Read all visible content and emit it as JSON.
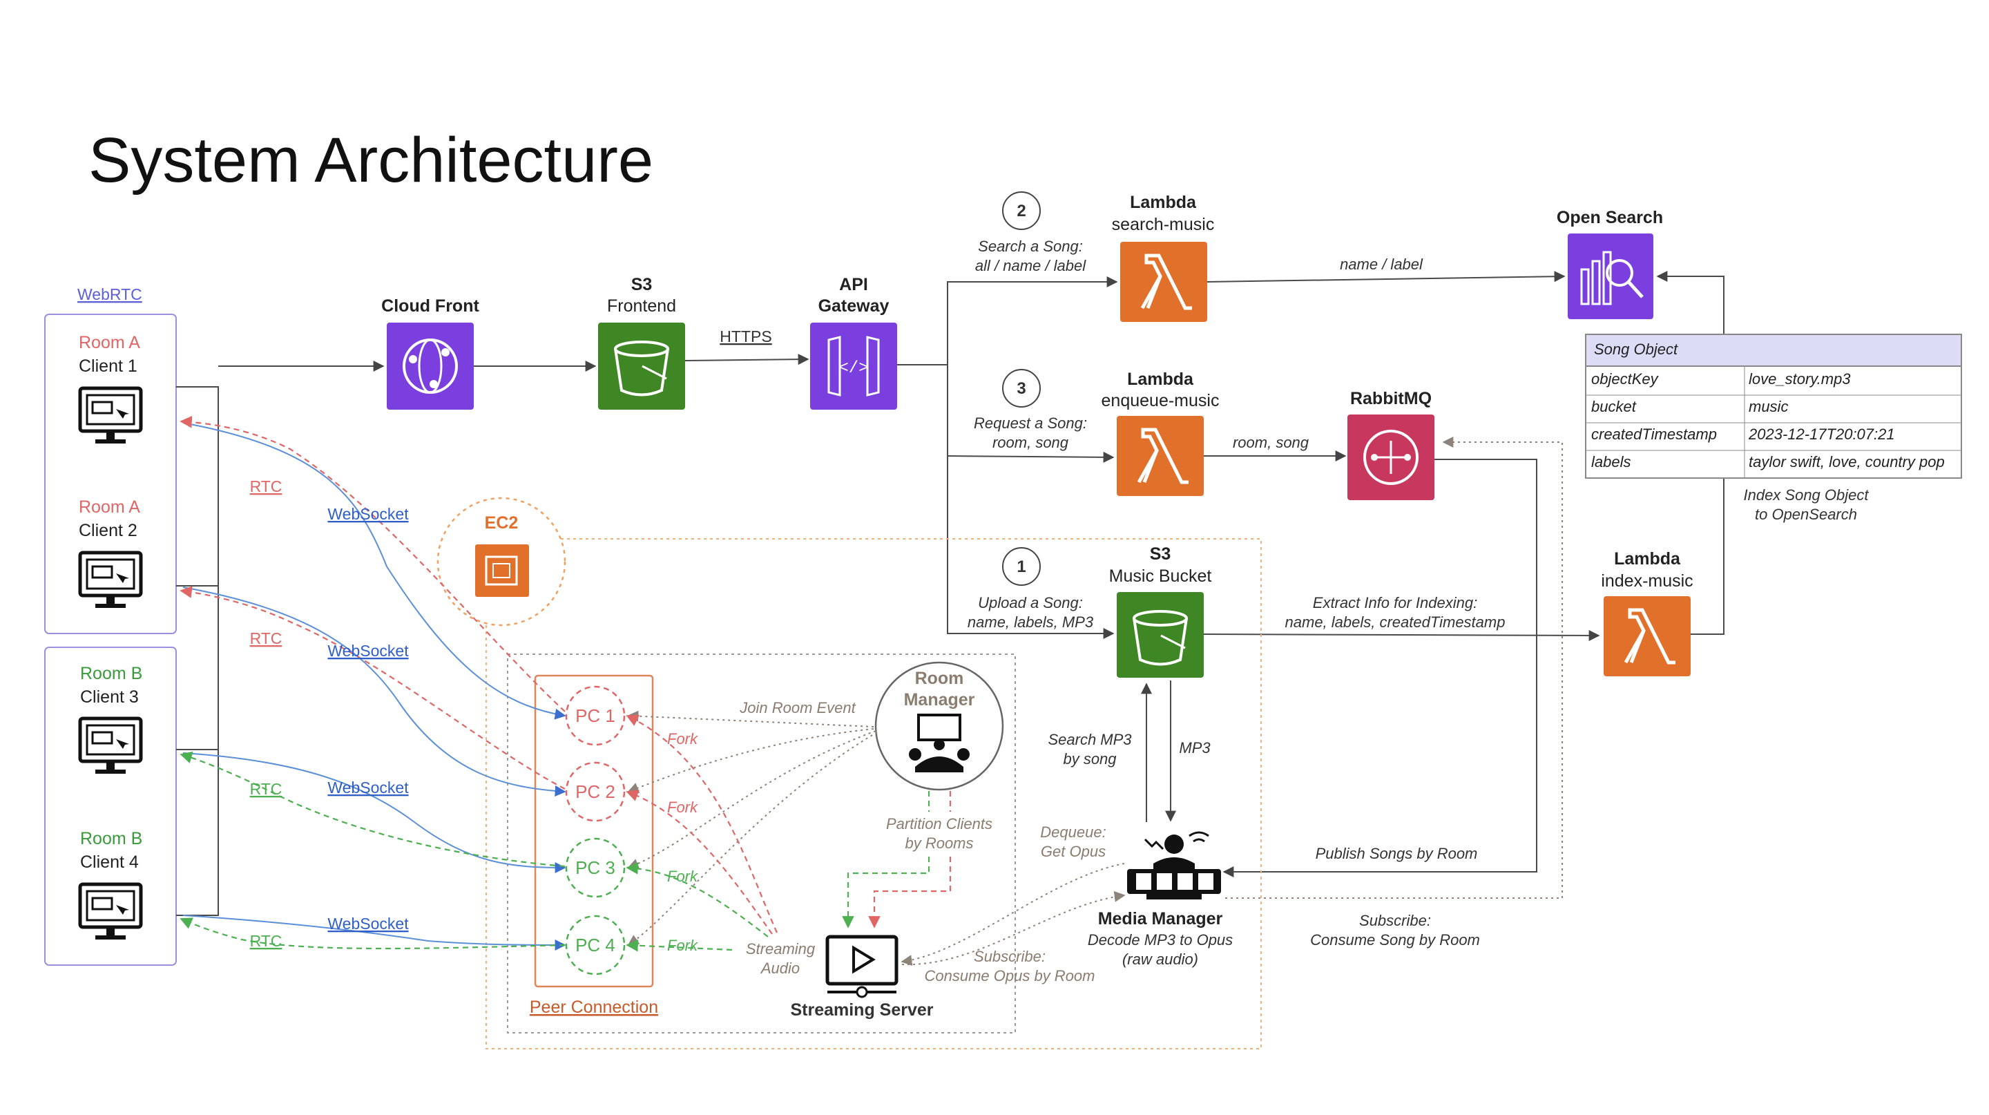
{
  "title": "System Architecture",
  "clients": {
    "webrtc_label": "WebRTC",
    "items": [
      {
        "room": "Room A",
        "client": "Client 1"
      },
      {
        "room": "Room A",
        "client": "Client 2"
      },
      {
        "room": "Room B",
        "client": "Client 3"
      },
      {
        "room": "Room B",
        "client": "Client 4"
      }
    ],
    "websocket_label": "WebSocket",
    "rtc_label": "RTC"
  },
  "services": {
    "cloudfront": {
      "name": "Cloud Front"
    },
    "s3_frontend": {
      "name": "S3",
      "sub": "Frontend"
    },
    "api_gateway": {
      "name": "API",
      "name2": "Gateway"
    },
    "lambda_search": {
      "name": "Lambda",
      "sub": "search-music"
    },
    "lambda_enqueue": {
      "name": "Lambda",
      "sub": "enqueue-music"
    },
    "rabbitmq": {
      "name": "RabbitMQ"
    },
    "s3_music": {
      "name": "S3",
      "sub": "Music Bucket"
    },
    "open_search": {
      "name": "Open Search"
    },
    "lambda_index": {
      "name": "Lambda",
      "sub": "index-music"
    },
    "ec2": {
      "name": "EC2"
    },
    "room_manager": {
      "name": "Room",
      "name2": "Manager"
    },
    "media_manager": {
      "name": "Media Manager",
      "sub1": "Decode MP3 to Opus",
      "sub2": "(raw audio)"
    },
    "streaming_server": {
      "name": "Streaming Server"
    },
    "peer_connection": {
      "name": "Peer Connection"
    }
  },
  "steps": {
    "s1": {
      "num": "1",
      "line1": "Upload a Song:",
      "line2": "name, labels, MP3"
    },
    "s2": {
      "num": "2",
      "line1": "Search a Song:",
      "line2": "all / name / label"
    },
    "s3": {
      "num": "3",
      "line1": "Request a Song:",
      "line2": "room, song"
    }
  },
  "edges": {
    "https": "HTTPS",
    "name_label": "name / label",
    "room_song": "room, song",
    "extract1": "Extract Info for Indexing:",
    "extract2": "name, labels, createdTimestamp",
    "index1": "Index Song Object",
    "index2": "to OpenSearch",
    "search_mp3_1": "Search MP3",
    "search_mp3_2": "by song",
    "mp3": "MP3",
    "publish": "Publish Songs by Room",
    "subscribe1": "Subscribe:",
    "subscribe2": "Consume Song by Room",
    "dequeue1": "Dequeue:",
    "dequeue2": "Get Opus",
    "subscribe_opus1": "Subscribe:",
    "subscribe_opus2": "Consume Opus by Room",
    "join_room": "Join Room Event",
    "partition1": "Partition Clients",
    "partition2": "by Rooms",
    "streaming_audio1": "Streaming",
    "streaming_audio2": "Audio",
    "fork": "Fork"
  },
  "pcs": [
    "PC 1",
    "PC 2",
    "PC 3",
    "PC 4"
  ],
  "song_object": {
    "title": "Song Object",
    "rows": [
      {
        "key": "objectKey",
        "value": "love_story.mp3"
      },
      {
        "key": "bucket",
        "value": "music"
      },
      {
        "key": "createdTimestamp",
        "value": "2023-12-17T20:07:21"
      },
      {
        "key": "labels",
        "value": "taylor swift, love, country pop"
      }
    ]
  },
  "colors": {
    "aws_purple": "#7b3fe0",
    "aws_green": "#3f8624",
    "aws_orange": "#e0702a",
    "aws_pink": "#c7375e",
    "room_a": "#e06666",
    "room_b": "#3b9a3b",
    "websocket_blue": "#5b8fd8",
    "client_border": "#9b8fe0"
  }
}
